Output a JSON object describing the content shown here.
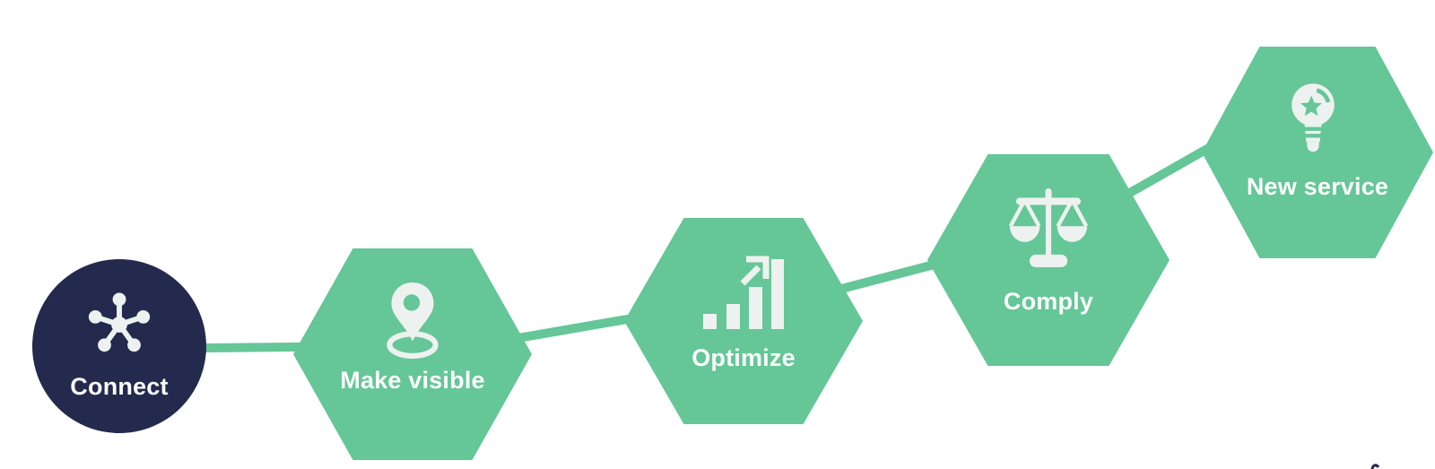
{
  "diagram": {
    "type": "process-flow",
    "description_visible_text_only": true,
    "steps": [
      {
        "label": "Connect",
        "icon": "network-hub-icon",
        "shape": "circle",
        "color": "navy"
      },
      {
        "label": "Make visible",
        "icon": "location-pin-icon",
        "shape": "hexagon",
        "color": "green"
      },
      {
        "label": "Optimize",
        "icon": "growth-chart-icon",
        "shape": "hexagon",
        "color": "green"
      },
      {
        "label": "Comply",
        "icon": "balance-scale-icon",
        "shape": "hexagon",
        "color": "green"
      },
      {
        "label": "New service",
        "icon": "lightbulb-star-icon",
        "shape": "hexagon",
        "color": "green"
      }
    ]
  },
  "colors": {
    "node_green": "#65c697",
    "node_navy": "#242a4e",
    "icon_white": "#edf2f0",
    "label_white": "#fbfdfc",
    "background": "#ffffff"
  }
}
